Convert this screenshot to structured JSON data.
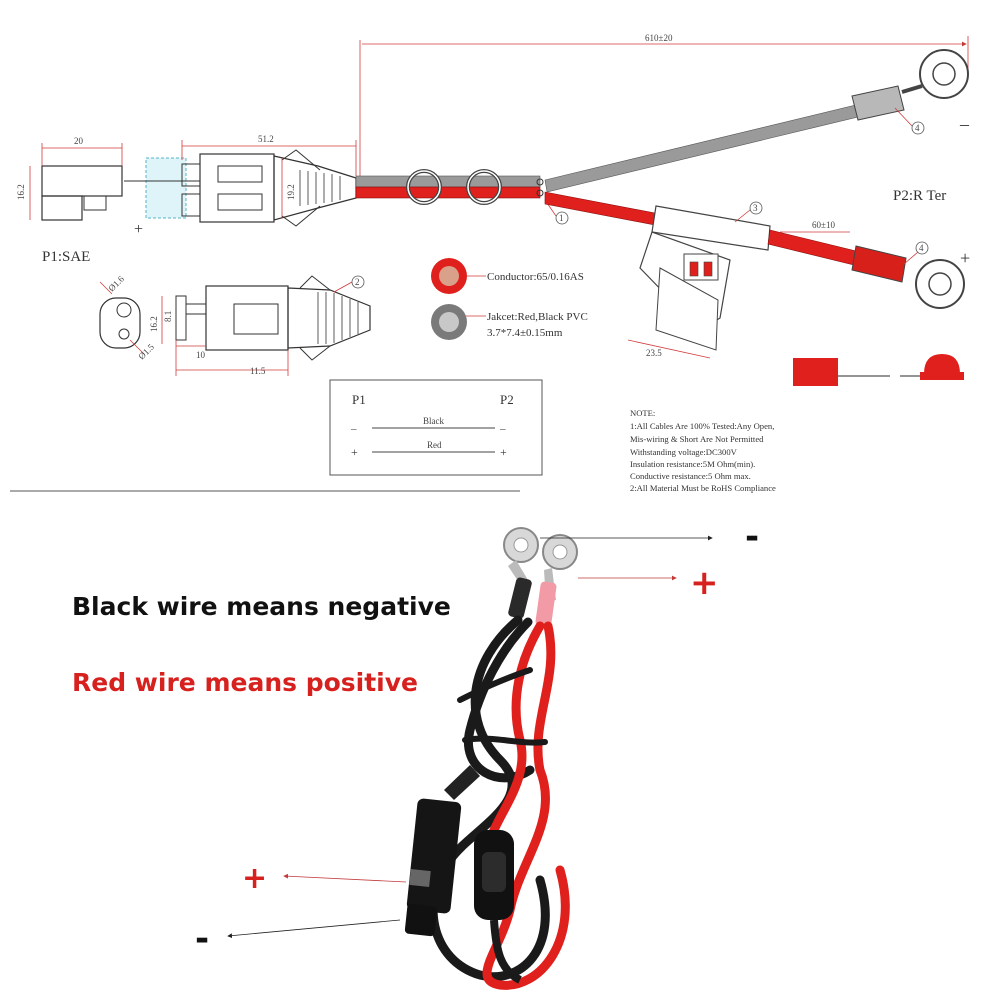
{
  "drawing": {
    "p1_label": "P1:SAE",
    "p2_label": "P2:R Ter",
    "dims": {
      "total_length": "610±20",
      "sae_width": "20",
      "sae_to_boot": "51.2",
      "sae_height": "16.2",
      "boot_height": "19.2",
      "fuse_lead": "60±10",
      "pin_dia": "Ø1.6",
      "hole_dia": "Ø1.5",
      "side_height": "16.2",
      "side_small": "8.1",
      "side_10": "10",
      "side_11": "11.5",
      "fuse_width": "23.5"
    },
    "callouts": [
      "1",
      "2",
      "3",
      "4"
    ],
    "polarity": {
      "neg": "–",
      "pos": "+"
    },
    "conductor": "Conductor:65/0.16AS",
    "jacket": "Jakcet:Red,Black PVC",
    "jacket_size": "3.7*7.4±0.15mm",
    "schematic": {
      "p1": "P1",
      "p2": "P2",
      "black": "Black",
      "red": "Red",
      "minus": "–",
      "plus": "+"
    },
    "notes": [
      "NOTE:",
      "1:All Cables Are 100% Tested:Any Open,",
      "Mis-wiring & Short Are Not Permitted",
      " Withstanding voltage:DC300V",
      " Insulation resistance:5M Ohm(min).",
      " Conductive resistance:5 Ohm max.",
      "2:All Material Must be RoHS Compliance"
    ]
  },
  "photo": {
    "caption_black": "Black wire means negative",
    "caption_red": "Red wire means positive",
    "ring_minus": "-",
    "ring_plus": "+",
    "sae_plus": "+",
    "sae_minus": "-"
  },
  "colors": {
    "wire_red": "#e0201c",
    "wire_black": "#1a1a1a",
    "dim_line": "#d23a3a",
    "caption_red": "#d6211e"
  }
}
